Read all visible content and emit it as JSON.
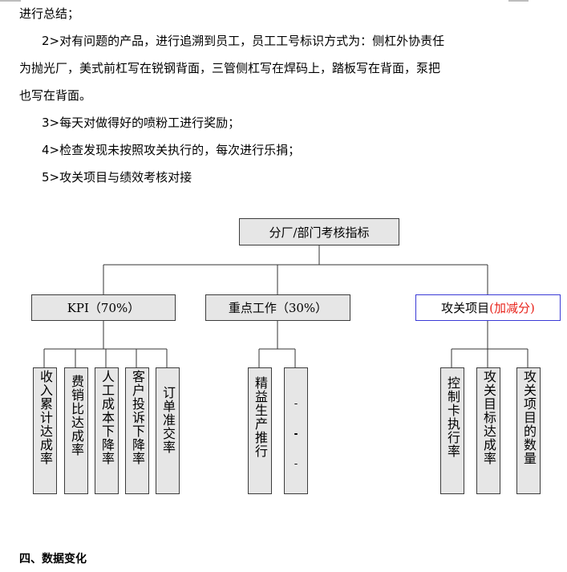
{
  "text": {
    "line1": "进行总结；",
    "line2": "2>对有问题的产品，进行追溯到员工，员工工号标识方式为：侧杠外协责任",
    "line3": "为抛光厂，美式前杠写在锐钢背面，三管侧杠写在焊码上，踏板写在背面，泵把",
    "line4": "也写在背面。",
    "line5": "3>每天对做得好的喷粉工进行奖励；",
    "line6": "4>检查发现未按照攻关执行的，每次进行乐捐；",
    "line7": "5>攻关项目与绩效考核对接"
  },
  "diagram": {
    "root": "分厂/部门考核指标",
    "kpi": {
      "label": "KPI（70%）",
      "children": [
        "收入累计达成率",
        "费销比达成率",
        "人工成本下降率",
        "客户投诉下降率",
        "订单准交率"
      ]
    },
    "focus": {
      "label": "重点工作（30%）",
      "children": [
        "精益生产推行"
      ]
    },
    "attack": {
      "label_main": "攻关项目",
      "label_extra": "(加减分)",
      "extra_color": "#e8221a",
      "children": [
        "控制卡执行率",
        "攻关目标达成率",
        "攻关项目的数量"
      ]
    }
  },
  "section_heading": "四、数据变化"
}
